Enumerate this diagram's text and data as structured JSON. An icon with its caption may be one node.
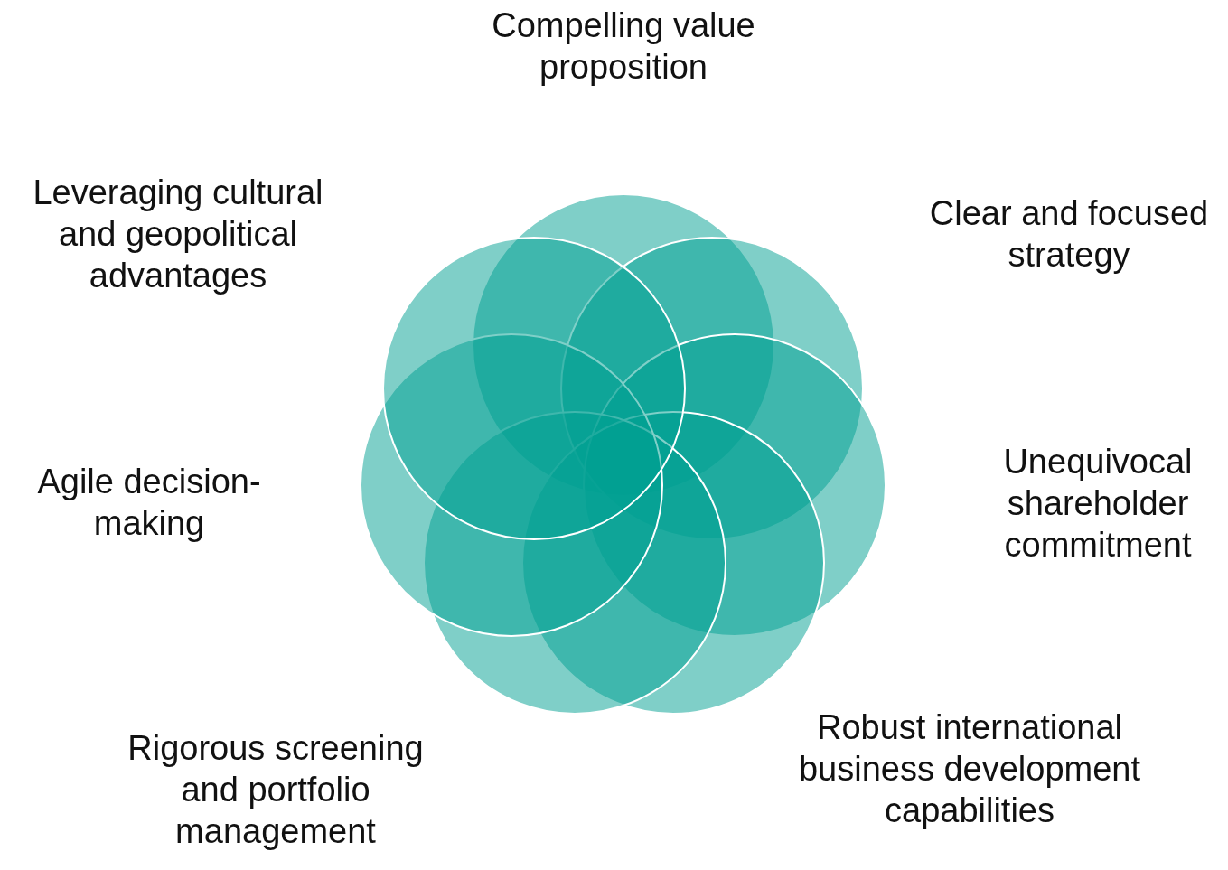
{
  "diagram": {
    "nodes": [
      {
        "text": [],
        "shape": "circle",
        "beside": [
          "Compelling value proposition"
        ]
      },
      {
        "text": [],
        "shape": "circle",
        "beside": [
          "Clear and focused strategy"
        ]
      },
      {
        "text": [],
        "shape": "circle",
        "beside": [
          "Unequivocal shareholder commitment"
        ]
      },
      {
        "text": [],
        "shape": "circle",
        "beside": [
          "Robust international business development capabilities"
        ]
      },
      {
        "text": [],
        "shape": "circle",
        "beside": [
          "Rigorous screening and portfolio management"
        ]
      },
      {
        "text": [],
        "shape": "circle",
        "beside": [
          "Agile decision-making"
        ]
      },
      {
        "text": [],
        "shape": "circle",
        "beside": [
          "Leveraging cultural and geopolitical advantages"
        ]
      }
    ]
  }
}
